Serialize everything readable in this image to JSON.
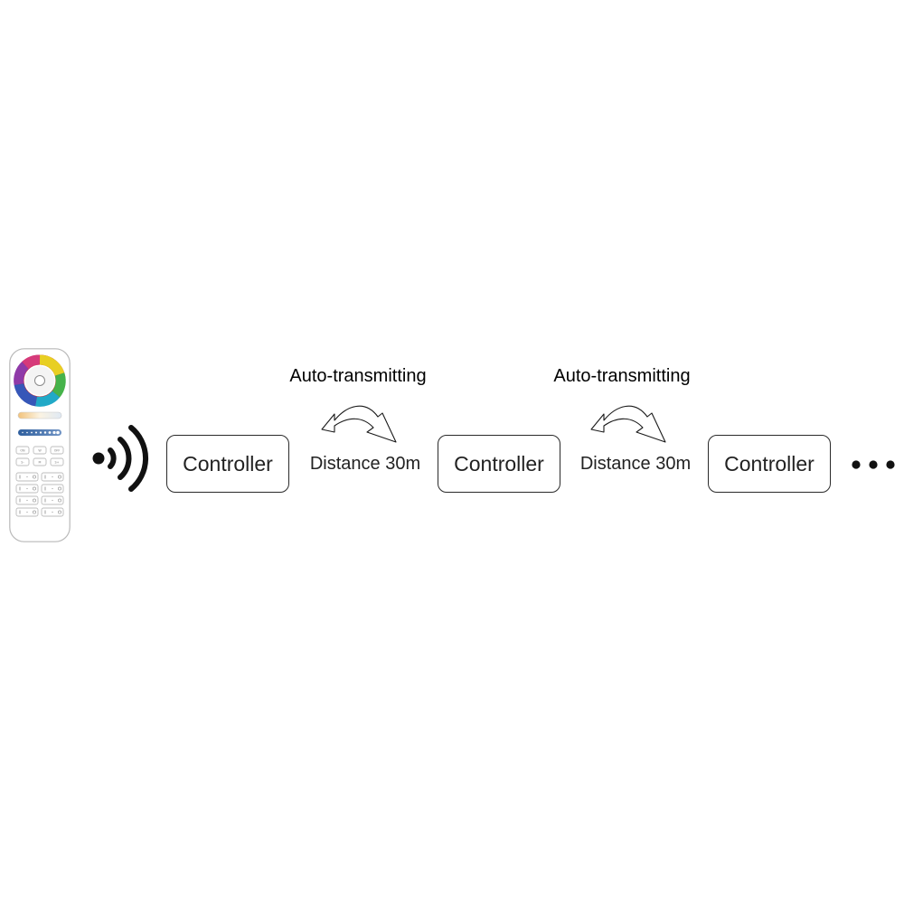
{
  "remote": {
    "icon": "remote-control-icon"
  },
  "signal": {
    "icon": "wireless-signal-icon"
  },
  "controllers": [
    "Controller",
    "Controller",
    "Controller"
  ],
  "links": [
    {
      "auto_label": "Auto-transmitting",
      "distance_label": "Distance 30m",
      "icon": "curved-arrow-icon"
    },
    {
      "auto_label": "Auto-transmitting",
      "distance_label": "Distance 30m",
      "icon": "curved-arrow-icon"
    }
  ],
  "continuation": {
    "icon": "ellipsis-icon"
  }
}
